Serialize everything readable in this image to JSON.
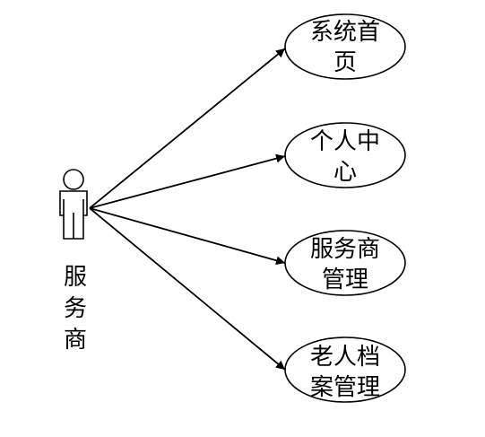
{
  "actor": {
    "label_lines": [
      "服",
      "务",
      "商"
    ]
  },
  "use_cases": [
    {
      "lines": [
        "系统首",
        "页"
      ]
    },
    {
      "lines": [
        "个人中",
        "心"
      ]
    },
    {
      "lines": [
        "服务商",
        "管理"
      ]
    },
    {
      "lines": [
        "老人档",
        "案管理"
      ]
    }
  ],
  "colors": {
    "stroke": "#000000",
    "background": "#ffffff"
  }
}
